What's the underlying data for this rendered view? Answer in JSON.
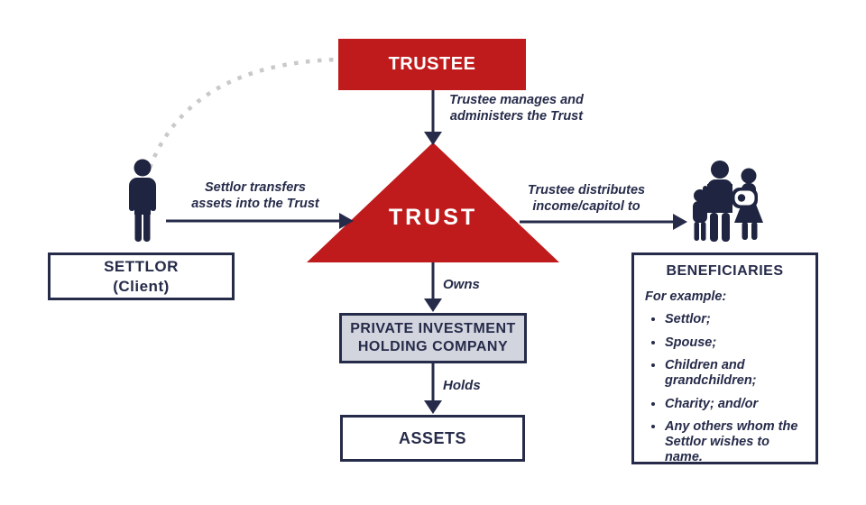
{
  "title": "Trust structure diagram",
  "colors": {
    "red": "#bf1a1c",
    "navy": "#262b4a",
    "holding_fill": "#d3d5de",
    "dotted_arc_gray": "#c9c9c9",
    "background": "#ffffff"
  },
  "nodes": {
    "trustee": {
      "label": "TRUSTEE"
    },
    "trust": {
      "label": "TRUST"
    },
    "settlor": {
      "label": "SETTLOR",
      "sublabel": "(Client)"
    },
    "holding_company": {
      "label": "PRIVATE INVESTMENT HOLDING COMPANY"
    },
    "assets": {
      "label": "ASSETS"
    },
    "beneficiaries": {
      "title": "BENEFICIARIES",
      "intro": "For example:",
      "items": [
        "Settlor;",
        "Spouse;",
        "Children and grandchildren;",
        "Charity; and/or",
        "Any others whom the Settlor wishes to name."
      ]
    }
  },
  "edges": {
    "trustee_to_trust": "Trustee manages and administers the Trust",
    "settlor_to_trust": "Settlor transfers assets into the Trust",
    "trust_to_beneficiaries": "Trustee distributes income/capitol to",
    "trust_to_holding": "Owns",
    "holding_to_assets": "Holds"
  },
  "icons": {
    "settlor": "person-icon",
    "beneficiaries": "family-icon"
  }
}
